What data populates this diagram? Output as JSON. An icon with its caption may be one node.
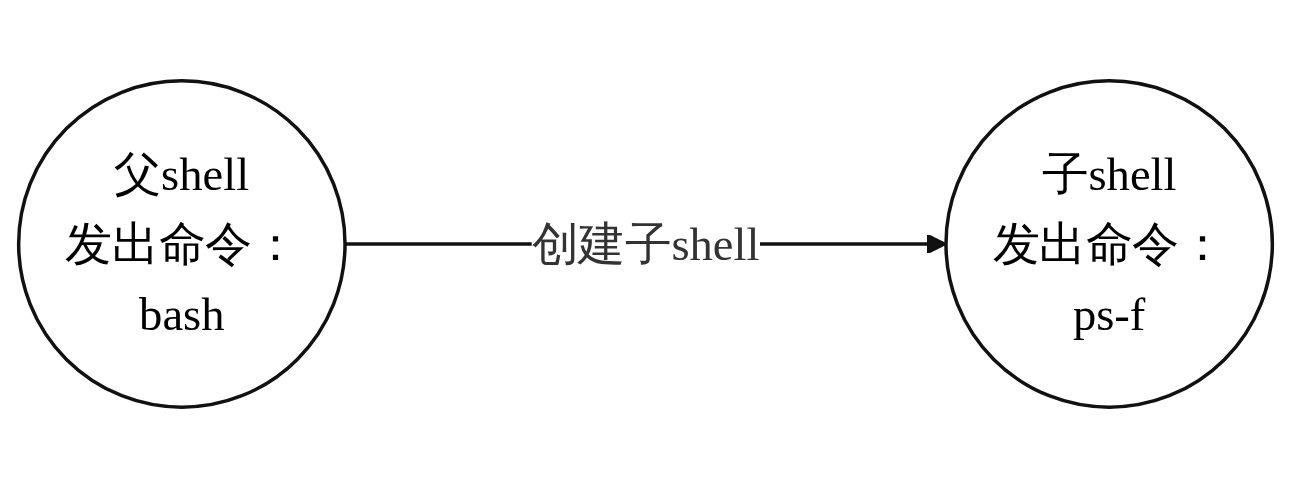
{
  "diagram": {
    "nodes": [
      {
        "text": [
          "父shell",
          "发出命令：",
          "bash"
        ]
      },
      {
        "text": [
          "子shell",
          "发出命令：",
          "ps-f"
        ]
      }
    ],
    "edges": [
      {
        "from": 0,
        "to": 1,
        "label": "创建子shell",
        "arrow": "to"
      }
    ]
  }
}
